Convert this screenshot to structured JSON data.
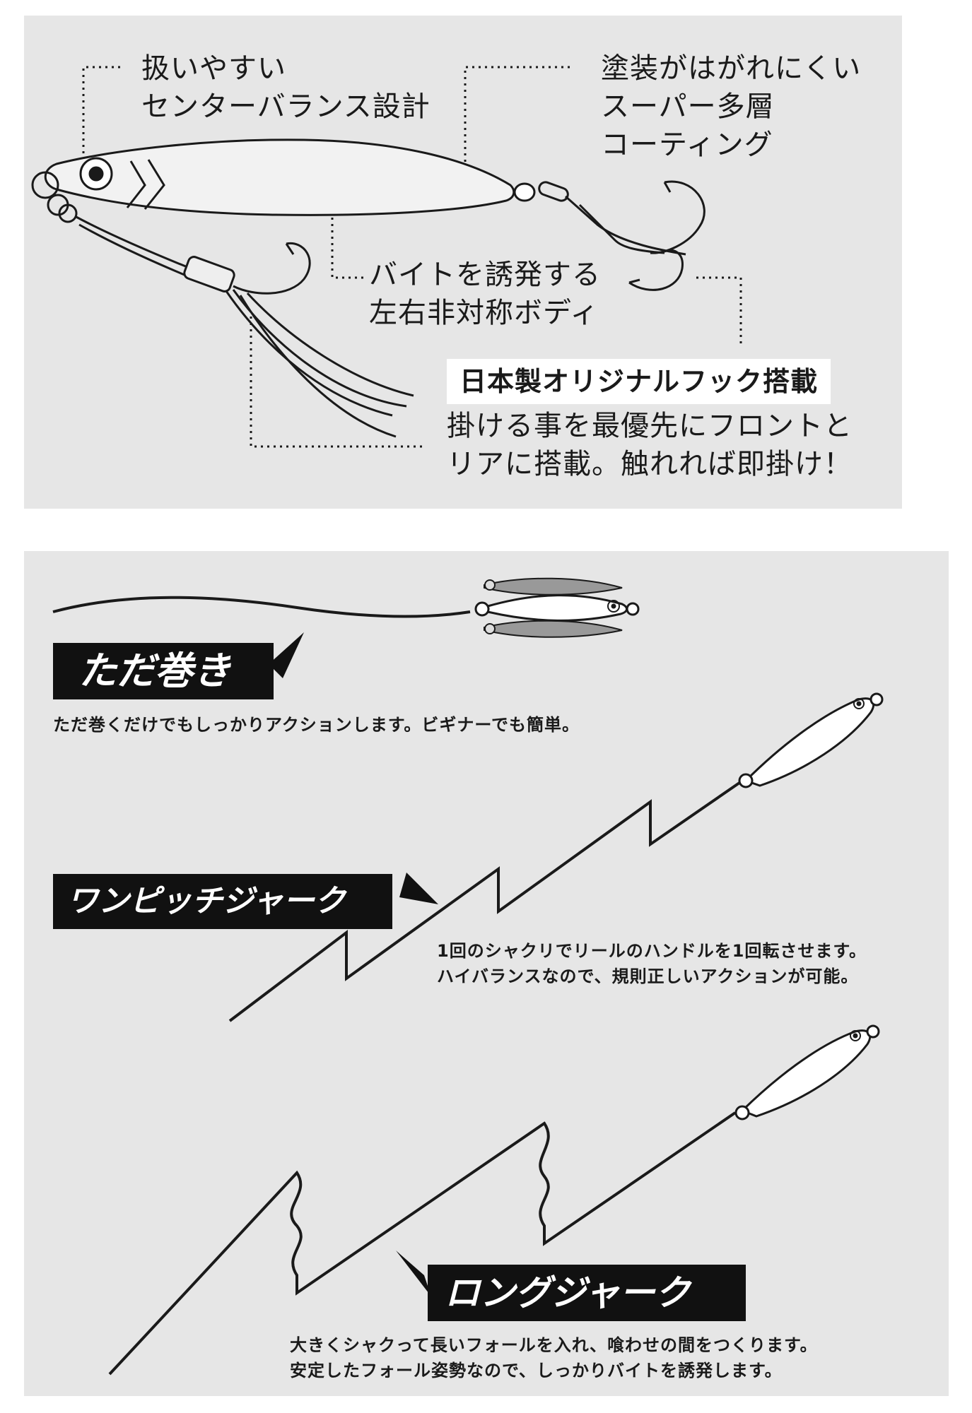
{
  "features": {
    "center_balance": {
      "line1": "扱いやすい",
      "line2": "センターバランス設計"
    },
    "coating": {
      "line1": "塗装がはがれにくい",
      "line2": "スーパー多層",
      "line3": "コーティング"
    },
    "body": {
      "line1": "バイトを誘発する",
      "line2": "左右非対称ボディ"
    },
    "hook": {
      "title": "日本製オリジナルフック搭載",
      "line1": "掛ける事を最優先にフロントと",
      "line2": "リアに搭載。触れれば即掛け！"
    }
  },
  "actions": [
    {
      "label": "ただ巻き",
      "desc1": "ただ巻くだけでもしっかりアクションします。ビギナーでも簡単。"
    },
    {
      "label": "ワンピッチジャーク",
      "desc1": "1回のシャクリでリールのハンドルを1回転させます。",
      "desc2": "ハイバランスなので、規則正しいアクションが可能。"
    },
    {
      "label": "ロングジャーク",
      "desc1": "大きくシャクって長いフォールを入れ、喰わせの間をつくります。",
      "desc2": "安定したフォール姿勢なので、しっかりバイトを誘発します。"
    }
  ],
  "colors": {
    "panel": "#e6e6e6",
    "ink": "#1a1a1a",
    "label_bg": "#111111",
    "label_text": "#ffffff"
  }
}
